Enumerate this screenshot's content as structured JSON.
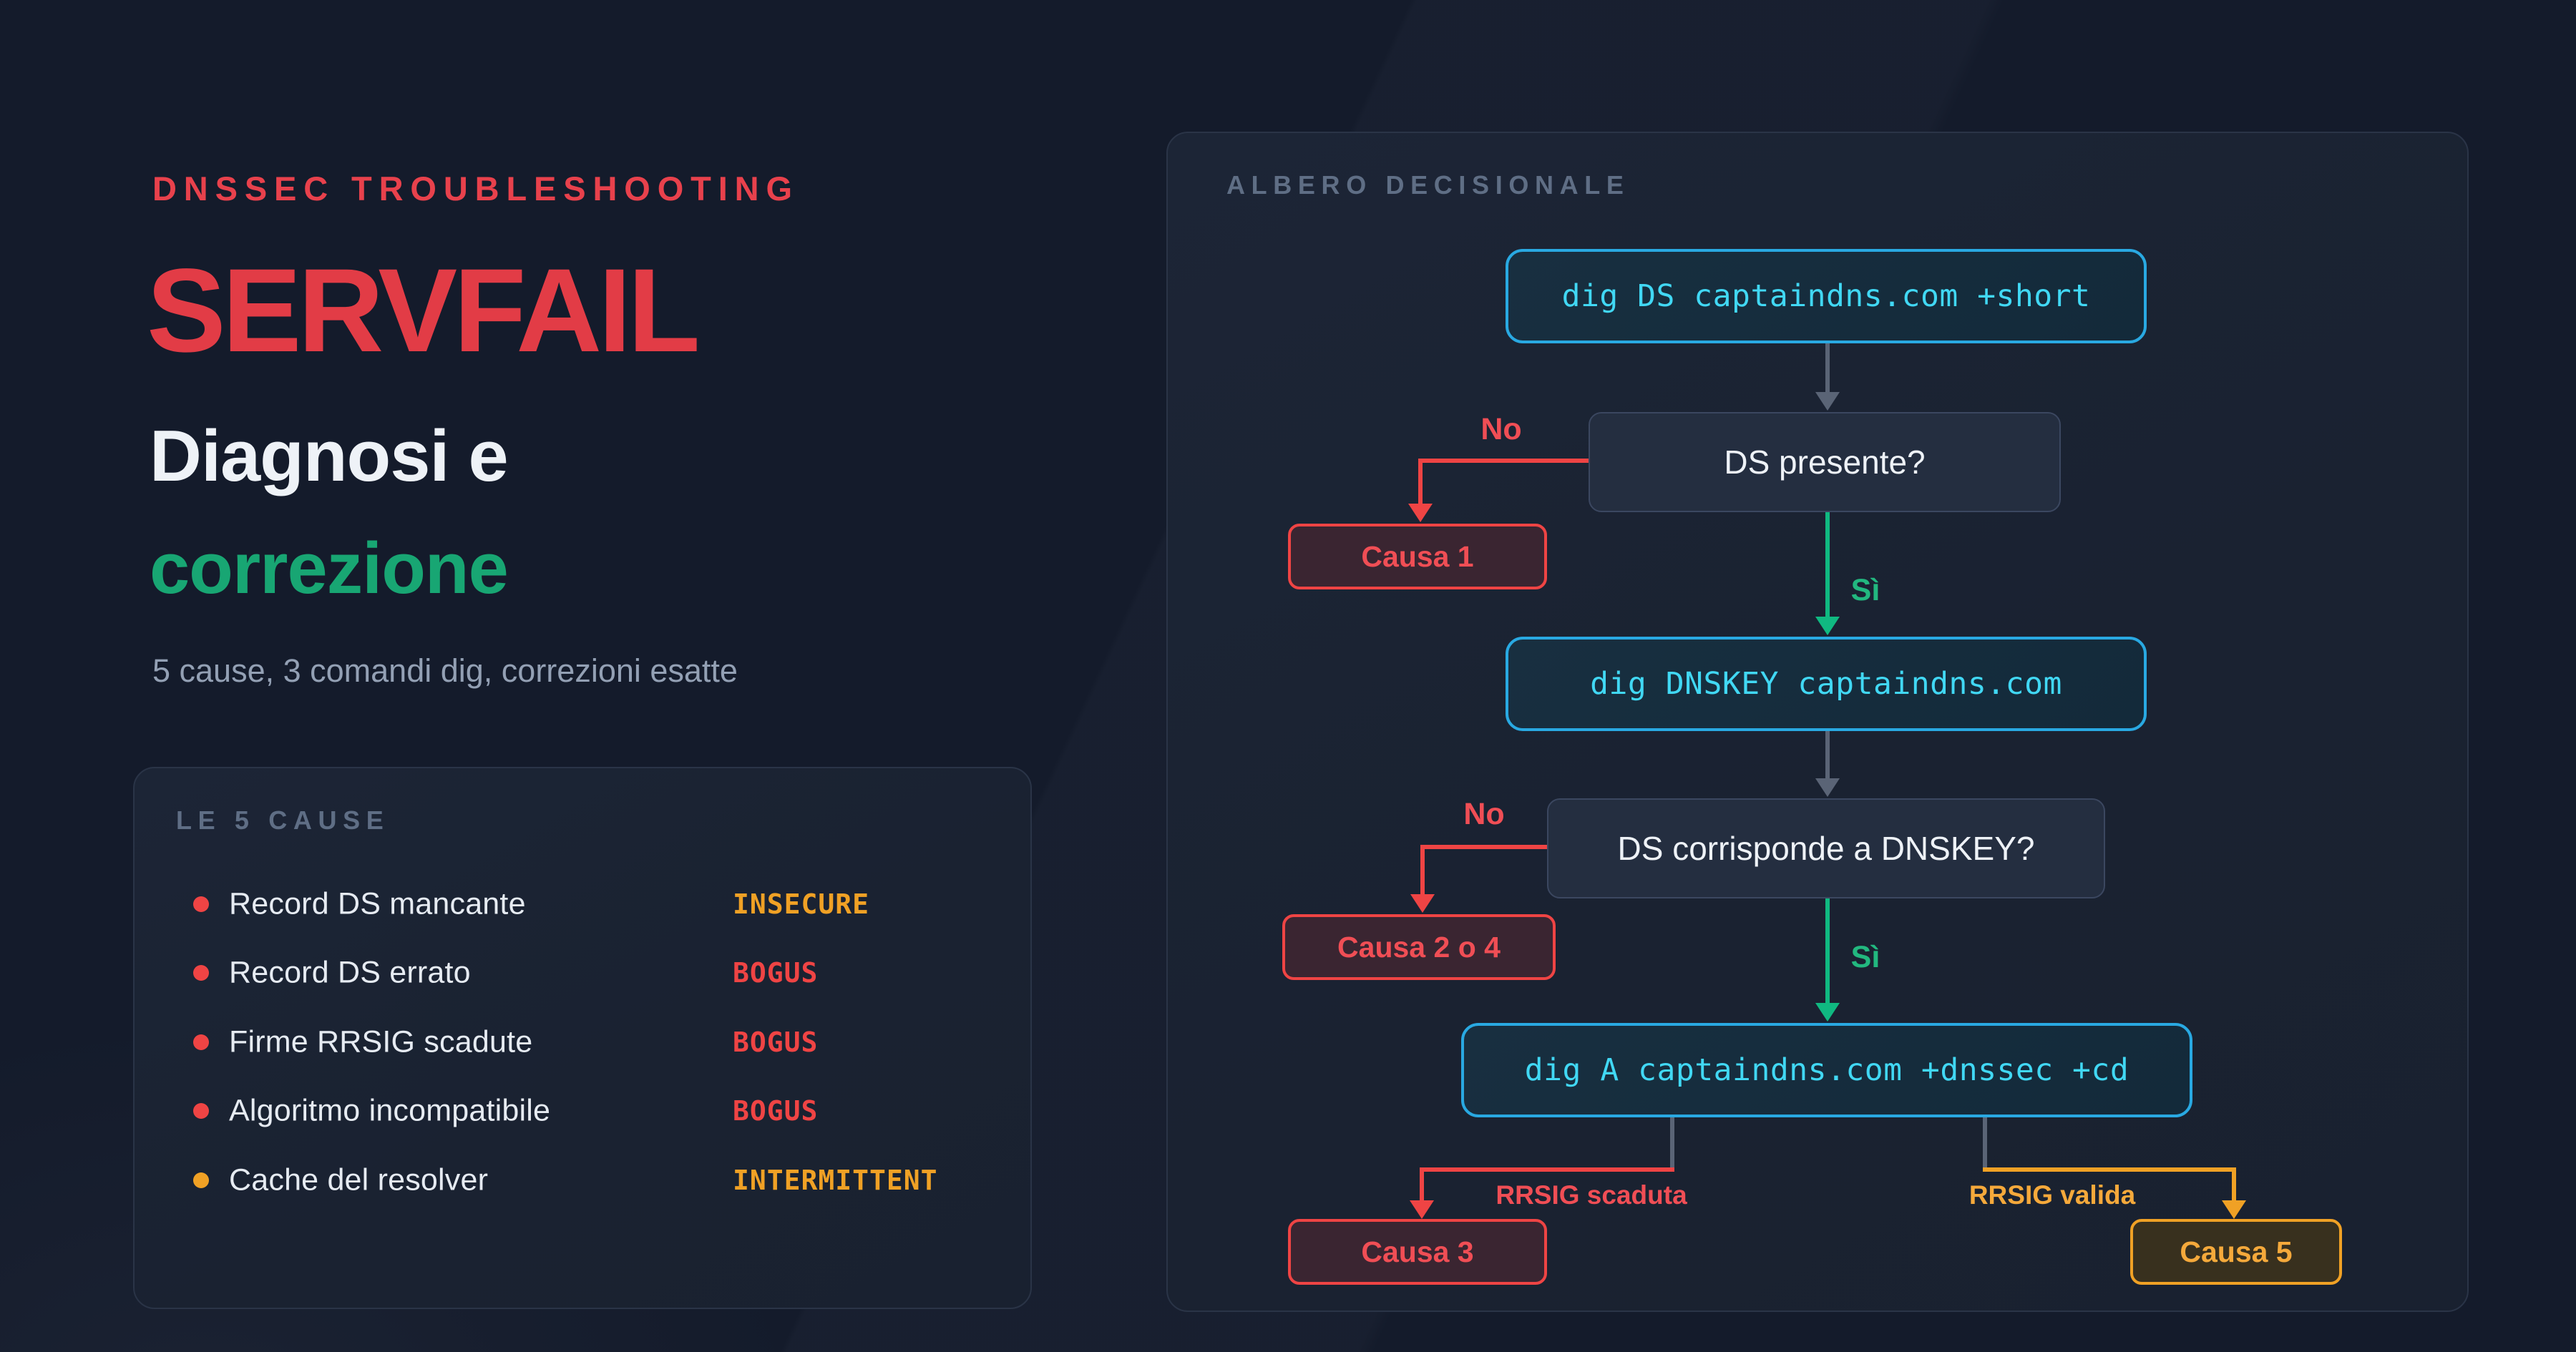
{
  "colors": {
    "accent_red": "#ef4444",
    "accent_amber": "#f0a125",
    "accent_green": "#10b981",
    "accent_cyan": "#29a9e2",
    "background": "#141b2b"
  },
  "hero": {
    "eyebrow": "DNSSEC TROUBLESHOOTING",
    "title": "SERVFAIL",
    "subtitle_line1": "Diagnosi e",
    "subtitle_line2": "correzione",
    "tagline": "5 cause, 3 comandi dig, correzioni esatte"
  },
  "causes_card": {
    "header": "LE 5 CAUSE",
    "items": [
      {
        "label": "Record DS mancante",
        "status": "INSECURE",
        "status_color": "#f0a125",
        "bullet_color": "#ef4444"
      },
      {
        "label": "Record DS errato",
        "status": "BOGUS",
        "status_color": "#ef4444",
        "bullet_color": "#ef4444"
      },
      {
        "label": "Firme RRSIG scadute",
        "status": "BOGUS",
        "status_color": "#ef4444",
        "bullet_color": "#ef4444"
      },
      {
        "label": "Algoritmo incompatibile",
        "status": "BOGUS",
        "status_color": "#ef4444",
        "bullet_color": "#ef4444"
      },
      {
        "label": "Cache del resolver",
        "status": "INTERMITTENT",
        "status_color": "#f0a125",
        "bullet_color": "#f0a125"
      }
    ]
  },
  "tree_card": {
    "header": "ALBERO DECISIONALE",
    "nodes": {
      "cmd1": "dig DS captaindns.com +short",
      "q1": "DS presente?",
      "causa1": "Causa 1",
      "cmd2": "dig DNSKEY captaindns.com",
      "q2": "DS corrisponde a DNSKEY?",
      "causa24": "Causa 2 o 4",
      "cmd3": "dig A captaindns.com +dnssec +cd",
      "causa3": "Causa 3",
      "causa5": "Causa 5"
    },
    "labels": {
      "no1": "No",
      "si1": "Sì",
      "no2": "No",
      "si2": "Sì",
      "rrsig_expired": "RRSIG scaduta",
      "rrsig_valid": "RRSIG valida"
    }
  }
}
